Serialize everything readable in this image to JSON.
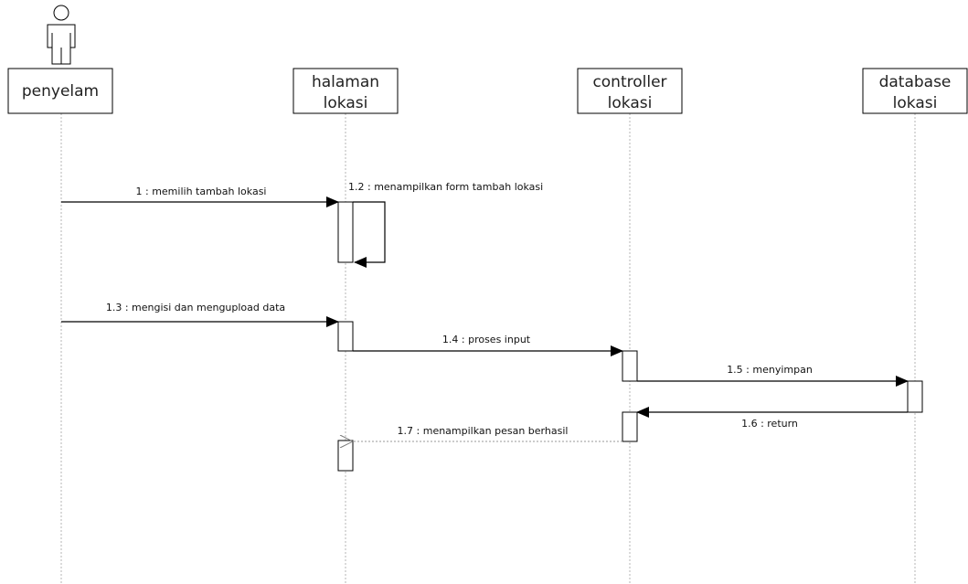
{
  "participants": {
    "actor": {
      "label": "penyelam"
    },
    "halaman": {
      "line1": "halaman",
      "line2": "lokasi"
    },
    "controller": {
      "line1": "controller",
      "line2": "lokasi"
    },
    "database": {
      "line1": "database",
      "line2": "lokasi"
    }
  },
  "messages": {
    "m1": "1 : memilih tambah lokasi",
    "m12": "1.2 : menampilkan form tambah lokasi",
    "m13": "1.3 : mengisi dan mengupload data",
    "m14": "1.4 : proses input",
    "m15": "1.5 : menyimpan",
    "m16": "1.6 : return",
    "m17": "1.7 : menampilkan pesan berhasil"
  },
  "colors": {
    "line": "#000000",
    "lifeline": "#b0b0b0",
    "return": "#9a9a9a"
  }
}
